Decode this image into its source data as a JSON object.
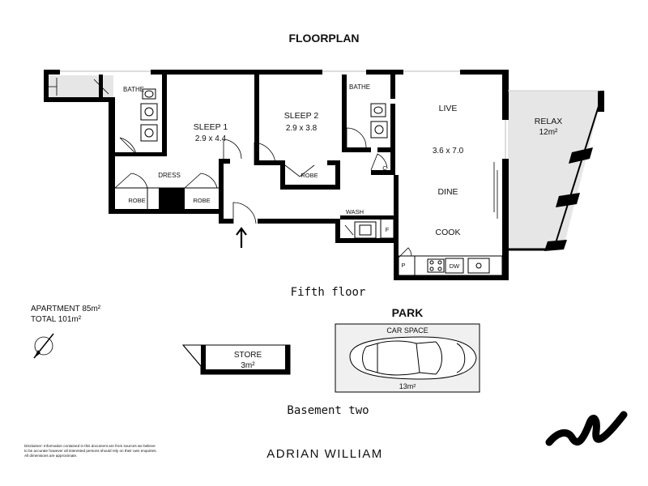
{
  "title": "FLOORPLAN",
  "rooms": {
    "bathe_1": "BATHE",
    "sleep_1": "SLEEP 1",
    "sleep_1_dims": "2.9 x 4.4",
    "dress": "DRESS",
    "robe_1": "ROBE",
    "robe_2": "ROBE",
    "sleep_2": "SLEEP 2",
    "sleep_2_dims": "2.9 x 3.8",
    "robe_3": "ROBE",
    "bathe_2": "BATHE",
    "closet": "C",
    "wash": "WASH",
    "fridge": "F",
    "pantry": "P",
    "dishwasher": "DW",
    "live": "LIVE",
    "live_dims": "3.6 x 7.0",
    "dine": "DINE",
    "cook": "COOK",
    "relax": "RELAX",
    "relax_area": "12m²"
  },
  "floor_label": "Fifth floor",
  "areas": {
    "apartment": "APARTMENT 85m²",
    "total": "TOTAL 101m²"
  },
  "store": {
    "label": "STORE",
    "area": "3m²"
  },
  "park": {
    "title": "PARK",
    "car_space": "CAR SPACE",
    "area": "13m²"
  },
  "basement_label": "Basement two",
  "disclaimer": [
    "Disclaimer: Information contained in this document are from sources we believe",
    "to be accurate however all interested persons should rely on their own enquiries.",
    "All dimensions are approximate."
  ],
  "brand": "ADRIAN WILLIAM",
  "colors": {
    "wall": "#000000",
    "balcony": "#e6e6e6",
    "car_space_bg": "#f0f0f0"
  }
}
